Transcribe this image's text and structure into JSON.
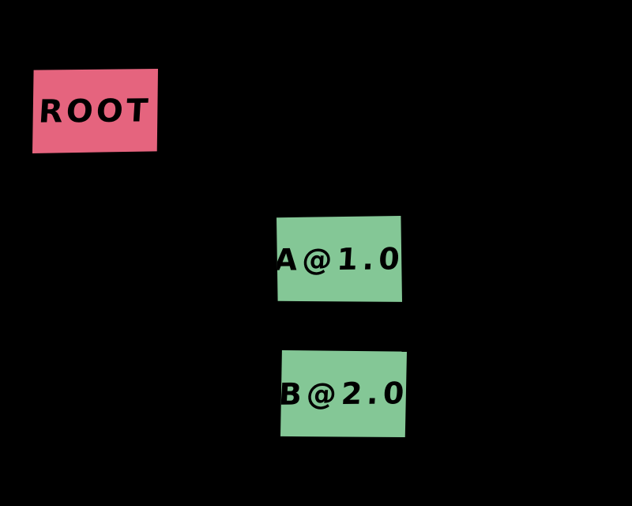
{
  "canvas": {
    "background": "#000000"
  },
  "diagram": {
    "type": "dependency-graph",
    "nodes": [
      {
        "id": "root",
        "label": "ROOT",
        "fill": "#e5647e",
        "text_color": "#000000"
      },
      {
        "id": "a-1.0",
        "label": "A@1.0",
        "fill": "#84c796",
        "text_color": "#000000"
      },
      {
        "id": "b-2.0",
        "label": "B@2.0",
        "fill": "#84c796",
        "text_color": "#000000"
      }
    ]
  }
}
